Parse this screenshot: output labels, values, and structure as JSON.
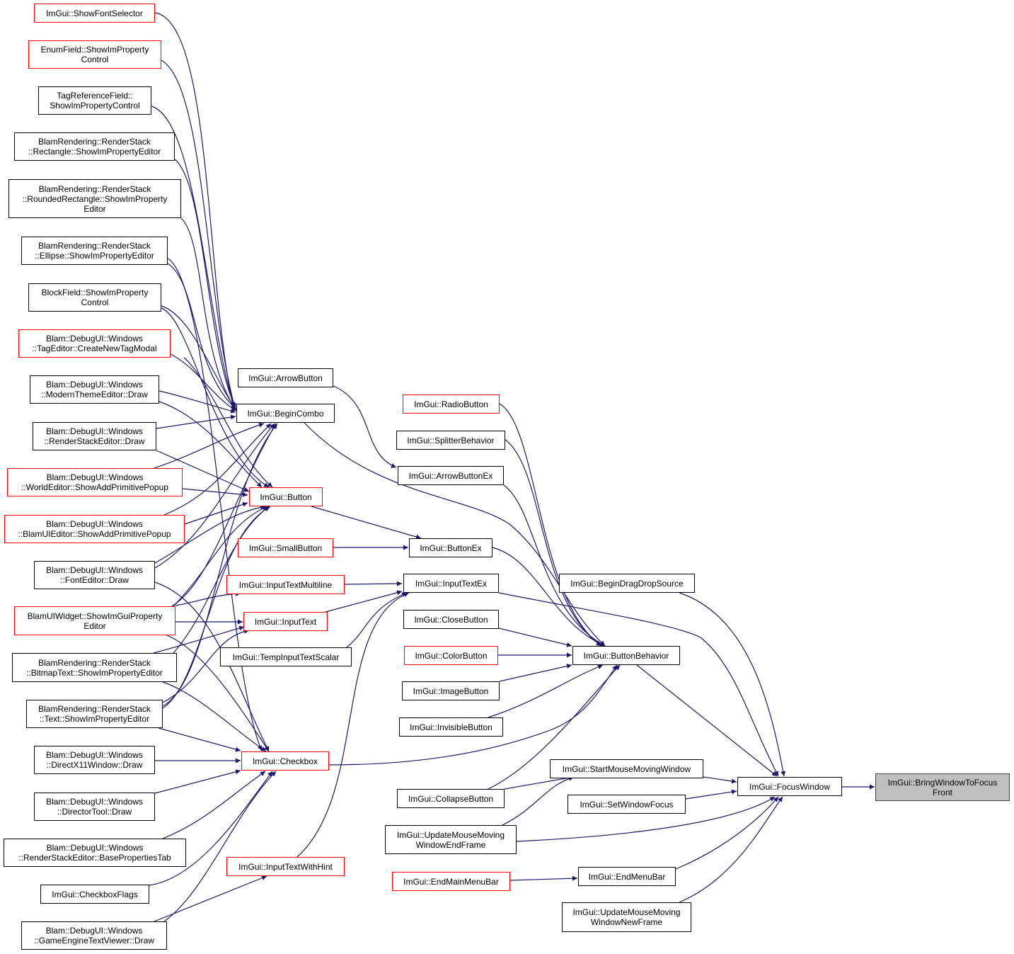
{
  "colors": {
    "edge": "#191970",
    "ref_border": "#ff0000",
    "node_border": "#000000",
    "root_fill": "#bfbfbf"
  },
  "nodes": {
    "root": "ImGui::BringWindowToFocus\nFront",
    "focuswindow": "ImGui::FocusWindow",
    "buttonbehavior": "ImGui::ButtonBehavior",
    "begindragdropsource": "ImGui::BeginDragDropSource",
    "startmousemoving": "ImGui::StartMouseMovingWindow",
    "setwindowfocus": "ImGui::SetWindowFocus",
    "updatemousemovingend": "ImGui::UpdateMouseMoving\nWindowEndFrame",
    "endmenubar": "ImGui::EndMenuBar",
    "updatemousemovingnew": "ImGui::UpdateMouseMoving\nWindowNewFrame",
    "radiobutton": "ImGui::RadioButton",
    "splitterbehavior": "ImGui::SplitterBehavior",
    "arrowbuttonex": "ImGui::ArrowButtonEx",
    "buttonex": "ImGui::ButtonEx",
    "inputtextex": "ImGui::InputTextEx",
    "closebutton": "ImGui::CloseButton",
    "colorbutton": "ImGui::ColorButton",
    "imagebutton": "ImGui::ImageButton",
    "invisiblebutton": "ImGui::InvisibleButton",
    "collapsebutton": "ImGui::CollapseButton",
    "endmainmenubar": "ImGui::EndMainMenuBar",
    "arrowbutton": "ImGui::ArrowButton",
    "begincombo": "ImGui::BeginCombo",
    "button": "ImGui::Button",
    "smallbutton": "ImGui::SmallButton",
    "inputtextmultiline": "ImGui::InputTextMultiline",
    "inputtext": "ImGui::InputText",
    "tempinputtextscalar": "ImGui::TempInputTextScalar",
    "checkbox": "ImGui::Checkbox",
    "inputtextwithhint": "ImGui::InputTextWithHint",
    "showfontselector": "ImGui::ShowFontSelector",
    "enumfield": "EnumField::ShowImProperty\nControl",
    "tagreferencefield": "TagReferenceField::\nShowImPropertyControl",
    "rectangle": "BlamRendering::RenderStack\n::Rectangle::ShowImPropertyEditor",
    "roundedrectangle": "BlamRendering::RenderStack\n::RoundedRectangle::ShowImProperty\nEditor",
    "ellipse": "BlamRendering::RenderStack\n::Ellipse::ShowImPropertyEditor",
    "blockfield": "BlockField::ShowImProperty\nControl",
    "createnewtagmodal": "Blam::DebugUI::Windows\n::TagEditor::CreateNewTagModal",
    "modernthemeeditor": "Blam::DebugUI::Windows\n::ModernThemeEditor::Draw",
    "renderstackeditor": "Blam::DebugUI::Windows\n::RenderStackEditor::Draw",
    "worldeditor": "Blam::DebugUI::Windows\n::WorldEditor::ShowAddPrimitivePopup",
    "blamuieditor": "Blam::DebugUI::Windows\n::BlamUIEditor::ShowAddPrimitivePopup",
    "fonteditor": "Blam::DebugUI::Windows\n::FontEditor::Draw",
    "blamuiwidget": "BlamUIWidget::ShowImGuiProperty\nEditor",
    "bitmaptext": "BlamRendering::RenderStack\n::BitmapText::ShowImPropertyEditor",
    "text": "BlamRendering::RenderStack\n::Text::ShowImPropertyEditor",
    "directx11window": "Blam::DebugUI::Windows\n::DirectX11Window::Draw",
    "directortool": "Blam::DebugUI::Windows\n::DirectorTool::Draw",
    "basepropertiestab": "Blam::DebugUI::Windows\n::RenderStackEditor::BasePropertiesTab",
    "checkboxflags": "ImGui::CheckboxFlags",
    "gameenginetextviewer": "Blam::DebugUI::Windows\n::GameEngineTextViewer::Draw"
  }
}
